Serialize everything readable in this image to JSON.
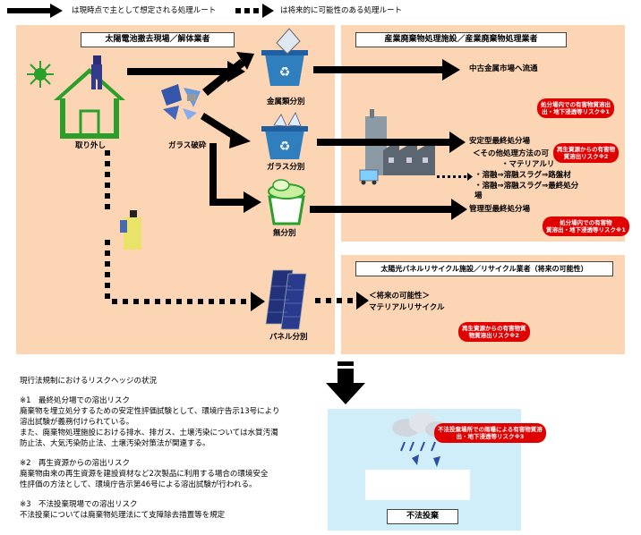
{
  "legend": {
    "solid_label": "は現時点で主として想定される処理ルート",
    "dotted_label": "は将来的に可能性のある処理ルート"
  },
  "left_panel": {
    "header": "太陽電池撤去現場／解体業者",
    "removal_label": "取り外し",
    "glass_crush_label": "ガラス破砕",
    "metal_sort_label": "金属類分別",
    "glass_sort_label": "ガラス分別",
    "no_sort_label": "無分別",
    "panel_sort_label": "パネル分別"
  },
  "right_panel": {
    "header": "産業廃棄物処理施設／産業廃棄物処理業者",
    "used_metal": "中古金属市場へ流通",
    "stable_landfill": "安定型最終処分場",
    "other_methods": "＜その他処理方法の可",
    "material_short": "・マテリアルリ",
    "smelt_road": "・溶融⇒溶融スラグ⇒路盤材",
    "smelt_landfill_1": "・溶融⇒溶融スラグ⇒最終処分",
    "smelt_landfill_2": "場",
    "managed_landfill": "管理型最終処分場"
  },
  "recycle_panel": {
    "header": "太陽光パネルリサイクル施設／リサイクル業者（将来の可能性）",
    "future": "＜将来の可能性＞",
    "material_recycle": "マテリアルリサイクル"
  },
  "risk_callouts": {
    "landfill_risk_1": [
      "処分場内での有害物質溶出",
      "出・地下浸透等リスク※1"
    ],
    "recycled_risk_1": [
      "再生資源からの有害物",
      "質溶出リスク※2"
    ],
    "landfill_risk_2": [
      "処分場内での有害物",
      "質溶出・地下浸透等リスク※1"
    ],
    "recycled_risk_2": [
      "再生資源からの有害物質",
      "物質溶出リスク※2"
    ],
    "illegal_risk": [
      "不法投棄場所での雨曝による有害物質溶",
      "出・地下浸透等リスク※3"
    ]
  },
  "illegal": {
    "label": "不法投棄"
  },
  "notes": {
    "title": "現行法規制におけるリスクヘッジの状況",
    "n1_title": "※1　最終処分場での溶出リスク",
    "n1_lines": [
      "廃棄物を埋立処分するための安定性評価試験として、環境庁告示13号により",
      "溶出試験が義務付けられている。",
      "また、廃棄物処理施設における排水、排ガス、土壌汚染については水質汚濁",
      "防止法、大気汚染防止法、土壌汚染対策法が関連する。"
    ],
    "n2_title": "※2　再生資源からの溶出リスク",
    "n2_lines": [
      "廃棄物由来の再生資源を建設資材など2次製品に利用する場合の環境安全",
      "性評価の方法として、環境庁告示第46号による溶出試験が行われる。"
    ],
    "n3_title": "※3　不法投棄現場での溶出リスク",
    "n3_lines": [
      "不法投棄については廃棄物処理法にて支障除去措置等を規定"
    ]
  },
  "colors": {
    "panel": "#fcd5b5",
    "bin_blue": "#2f7fbf",
    "risk_red": "#e00000",
    "house_green": "#2aa02a",
    "illegal_bg": "#cfeefa"
  }
}
